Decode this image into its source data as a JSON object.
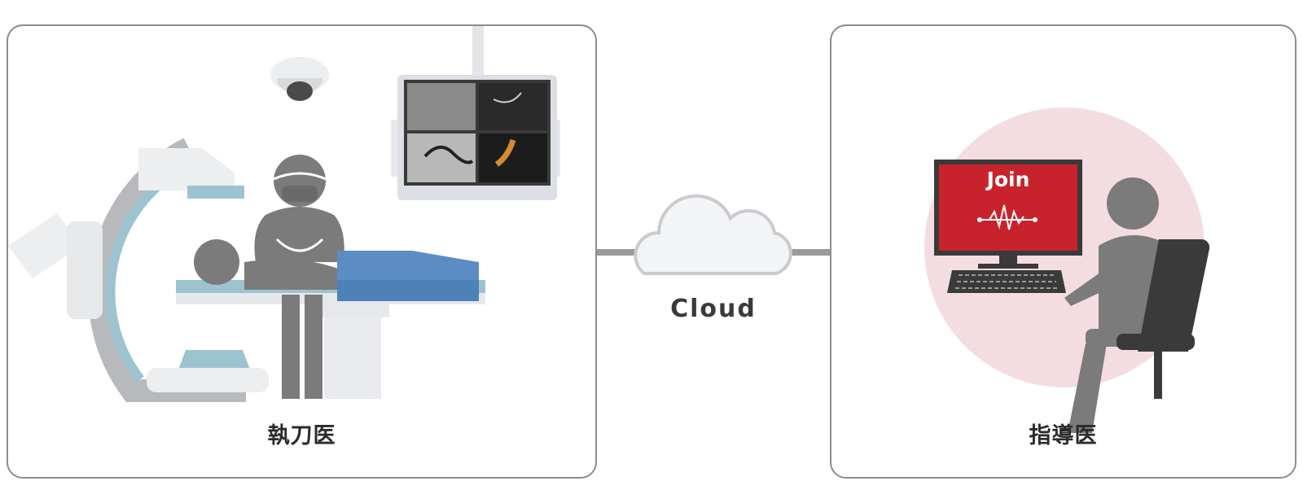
{
  "left_panel": {
    "label": "執刀医"
  },
  "right_panel": {
    "label": "指導医"
  },
  "cloud": {
    "label": "Cloud"
  },
  "screen": {
    "app_label": "Join"
  },
  "colors": {
    "border": "#8c8c8c",
    "figure": "#7b7b7b",
    "accent_red": "#c8232c",
    "pink_circle": "#f4dde1",
    "blue_drape": "#5b8cc4",
    "teal": "#8fbcc8"
  }
}
